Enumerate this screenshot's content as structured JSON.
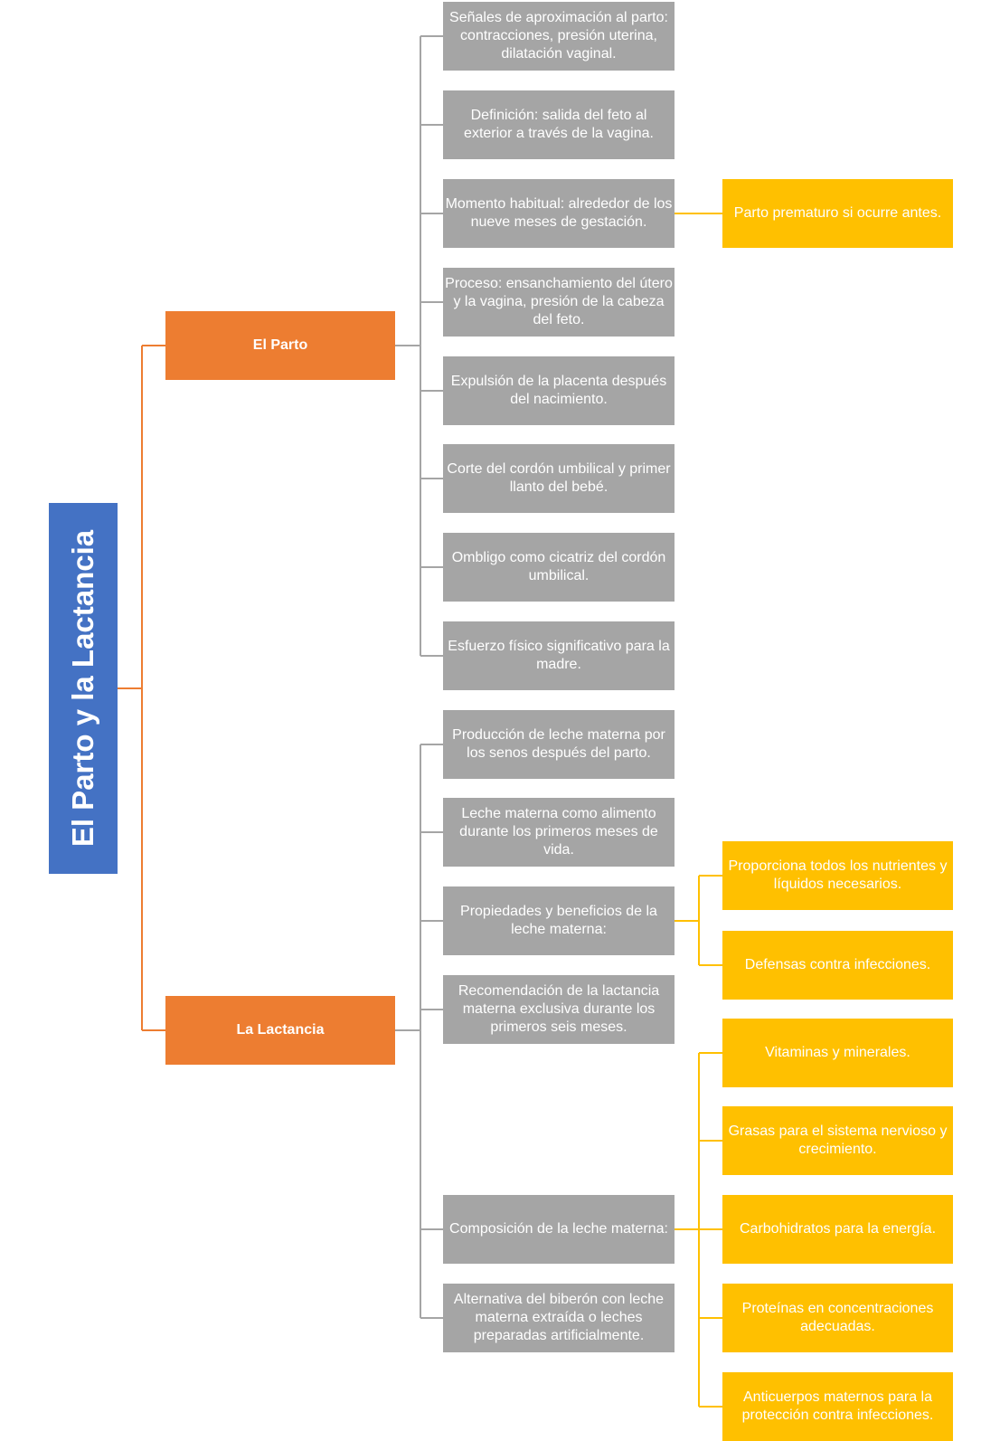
{
  "colors": {
    "root": "#4472c4",
    "branch": "#ed7d31",
    "leaf": "#a5a5a5",
    "sub": "#ffc000",
    "connector_root": "#ed7d31",
    "connector_branch": "#a5a5a5",
    "connector_sub": "#ffc000"
  },
  "root": {
    "title": "El Parto y la Lactancia"
  },
  "branches": [
    {
      "label": "El Parto",
      "items": [
        {
          "text": "Señales de aproximación al parto: contracciones, presión uterina, dilatación vaginal."
        },
        {
          "text": "Definición: salida del feto al exterior a través de la vagina."
        },
        {
          "text": "Momento habitual: alrededor de los nueve meses de gestación.",
          "children": [
            {
              "text": "Parto prematuro si ocurre antes."
            }
          ]
        },
        {
          "text": "Proceso: ensanchamiento del útero y la vagina, presión de la cabeza del feto."
        },
        {
          "text": "Expulsión de la placenta después del nacimiento."
        },
        {
          "text": "Corte del cordón umbilical y primer llanto del bebé."
        },
        {
          "text": "Ombligo como cicatriz del cordón umbilical."
        },
        {
          "text": "Esfuerzo físico significativo para la madre."
        }
      ]
    },
    {
      "label": "La Lactancia",
      "items": [
        {
          "text": "Producción de leche materna por los senos después del parto."
        },
        {
          "text": "Leche materna como alimento durante los primeros meses de vida."
        },
        {
          "text": "Propiedades y beneficios de la leche materna:",
          "children": [
            {
              "text": "Proporciona todos los nutrientes y líquidos necesarios."
            },
            {
              "text": "Defensas contra infecciones."
            }
          ]
        },
        {
          "text": "Recomendación de la lactancia materna exclusiva durante los primeros seis meses."
        },
        {
          "text": "Composición de la leche materna:",
          "children": [
            {
              "text": "Vitaminas y minerales."
            },
            {
              "text": "Grasas para el sistema nervioso y crecimiento."
            },
            {
              "text": "Carbohidratos para la energía."
            },
            {
              "text": "Proteínas en concentraciones adecuadas."
            },
            {
              "text": "Anticuerpos maternos para la protección contra infecciones."
            }
          ]
        },
        {
          "text": "Alternativa del biberón con leche materna extraída o leches preparadas artificialmente."
        }
      ]
    }
  ]
}
